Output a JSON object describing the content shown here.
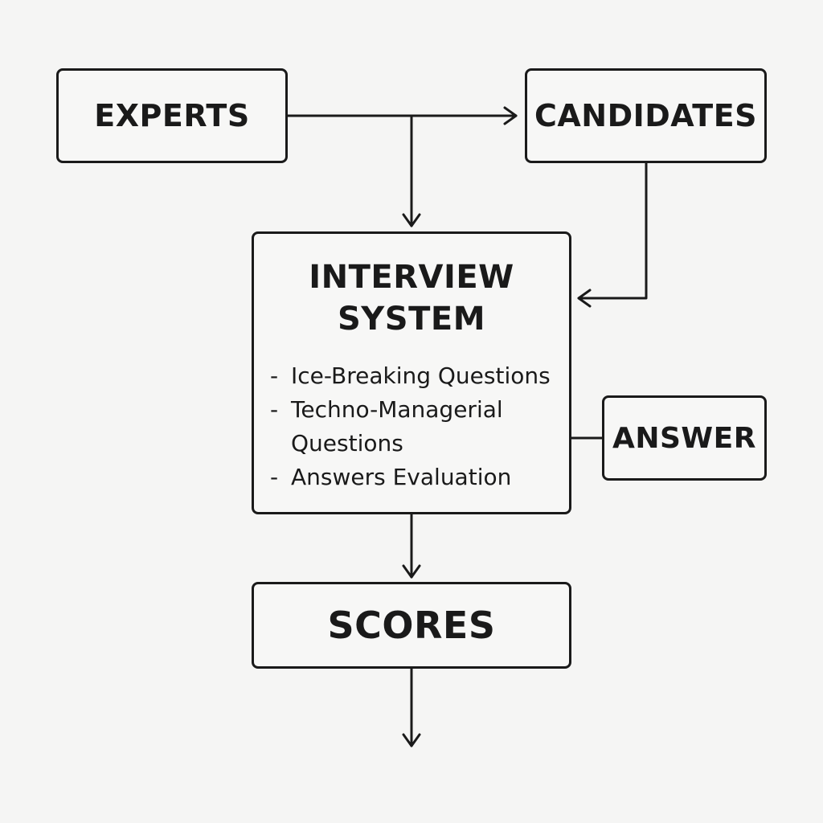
{
  "nodes": {
    "experts": "EXPERTS",
    "candidates": "CANDIDATES",
    "interview_system": {
      "title_lines": [
        "INTERVIEW",
        "SYSTEM"
      ],
      "items": [
        "Ice-Breaking Questions",
        "Techno-Managerial Questions",
        "Answers Evaluation"
      ],
      "bullet": "-"
    },
    "answer": "ANSWER",
    "scores": "SCORES"
  },
  "colors": {
    "stroke": "#1a1a1a",
    "background": "#f5f5f4"
  }
}
